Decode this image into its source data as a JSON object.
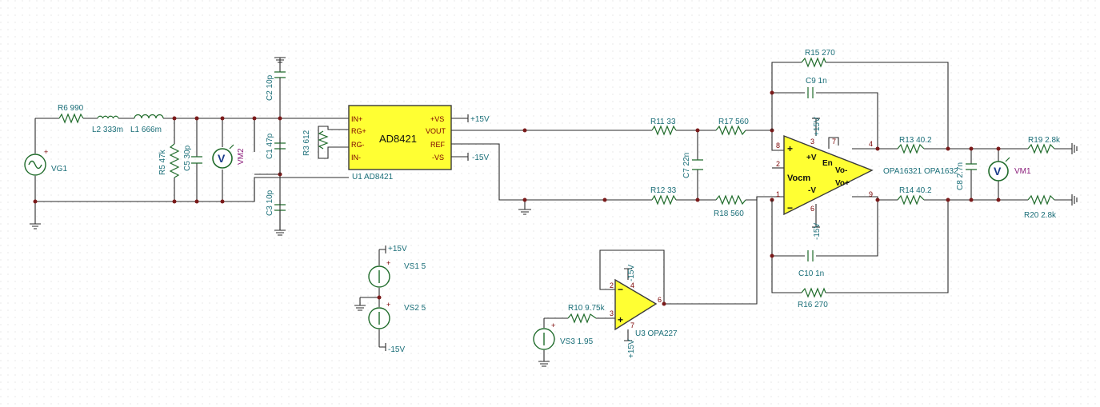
{
  "labels": {
    "r6": "R6 990",
    "l2": "L2 333m",
    "l1": "L1 666m",
    "r5": "R5 47k",
    "c5": "C5 30p",
    "vm2": "VM2",
    "vg1": "VG1",
    "c2": "C2 10p",
    "c1": "C1 47p",
    "c3": "C3 10p",
    "r3": "R3 612",
    "u1": "U1 AD8421",
    "r11": "R11 33",
    "r12": "R12 33",
    "r17": "R17 560",
    "r18": "R18 560",
    "c7": "C7 22n",
    "r15": "R15 270",
    "c9": "C9 1n",
    "c10": "C10 1n",
    "r16": "R16 270",
    "r13": "R13 40.2",
    "r14": "R14 40.2",
    "c8": "C8 2.7n",
    "r19": "R19 2.8k",
    "r20": "R20 2.8k",
    "vm1": "VM1",
    "opa_name": "OPA16321 OPA1632",
    "vs1": "VS1 5",
    "vs2": "VS2 5",
    "r10": "R10 9.75k",
    "vs3": "VS3 1.95",
    "u3": "U3 OPA227"
  },
  "ad8421": {
    "name": "AD8421",
    "pins_left": [
      "IN+",
      "RG+",
      "RG-",
      "IN-"
    ],
    "pins_right": [
      "+VS",
      "VOUT",
      "REF",
      "-VS"
    ]
  },
  "opa1632": {
    "in_plus": "+",
    "in_minus": "−",
    "vocm": "Vocm",
    "vplus": "+V",
    "vminus": "-V",
    "en": "En",
    "vo_minus": "Vo-",
    "vo_plus": "Vo+",
    "pin_1": "1",
    "pin_2": "2",
    "pin_3": "3",
    "pin_4": "4",
    "pin_6": "6",
    "pin_7": "7",
    "pin_8": "8",
    "pin_9": "9"
  },
  "opa227": {
    "pin_2": "2",
    "pin_3": "3",
    "pin_4": "4",
    "pin_6": "6",
    "pin_7": "7"
  },
  "rails": {
    "pos": "+15V",
    "neg": "-15V"
  },
  "meter_symbol": "V"
}
